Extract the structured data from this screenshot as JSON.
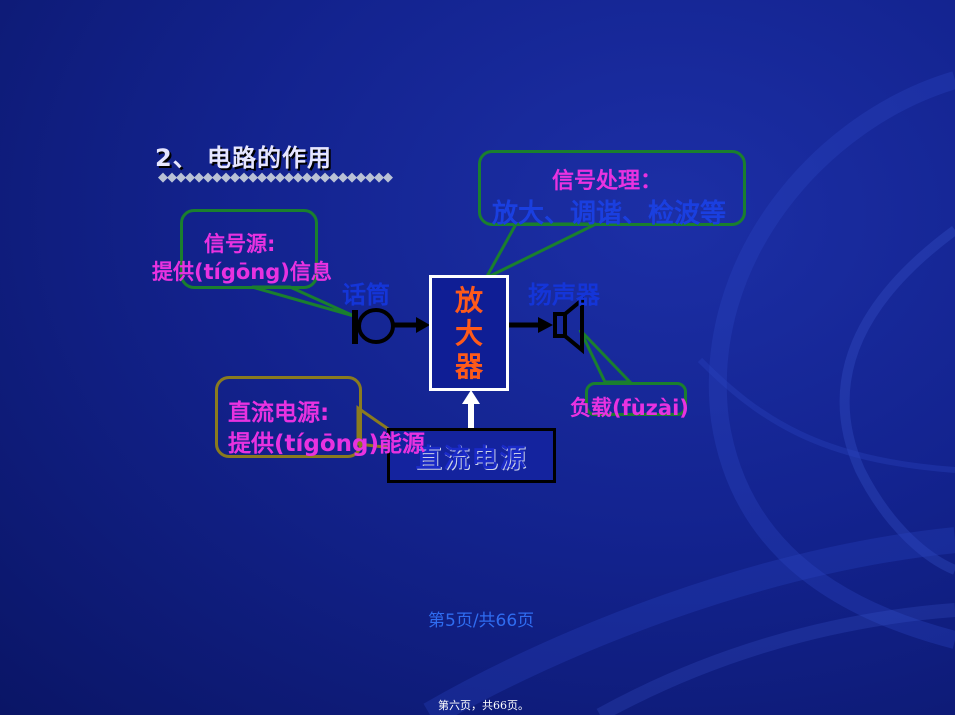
{
  "slide": {
    "title": "2、  电路的作用",
    "diamonds": "◆◆◆◆◆◆◆◆◆◆◆◆◆◆◆◆◆◆◆◆◆◆◆◆◆◆"
  },
  "signal_processing": {
    "title": "信号处理：",
    "body": "放大、调谐、检波等"
  },
  "signal_source": {
    "title": "信号源:",
    "body": "提供(tígōng)信息"
  },
  "dc_power_callout": {
    "title": "直流电源:",
    "body": "提供(tígōng)能源"
  },
  "load_callout": {
    "text": "负载(fùzài)"
  },
  "components": {
    "microphone_label": "话筒",
    "amplifier_label": "放大器",
    "speaker_label": "扬声器",
    "dc_source_label": "直流电源"
  },
  "footer": {
    "page_number": "第5页/共66页",
    "bottom_text": "第六页，共66页。"
  },
  "colors": {
    "background": "#13238f",
    "callout_border_green": "#1a7f2e",
    "callout_border_olive": "#8a7b1f",
    "magenta_text": "#e832e0",
    "blue_text": "#1a3fe0",
    "amplifier_text": "#ff5a1a"
  }
}
